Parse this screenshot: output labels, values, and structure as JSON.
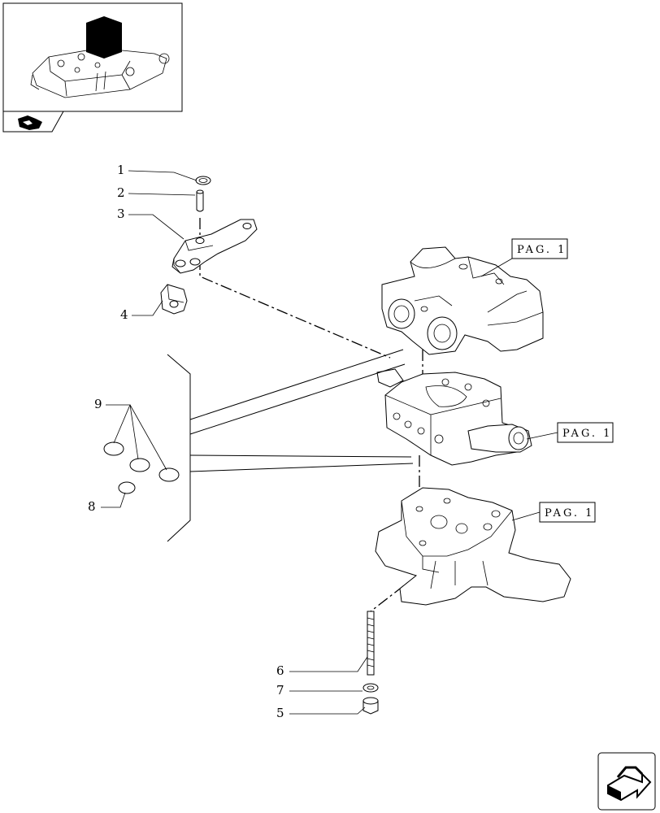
{
  "diagram": {
    "callouts": [
      {
        "id": "1",
        "label": "1"
      },
      {
        "id": "2",
        "label": "2"
      },
      {
        "id": "3",
        "label": "3"
      },
      {
        "id": "4",
        "label": "4"
      },
      {
        "id": "5",
        "label": "5"
      },
      {
        "id": "6",
        "label": "6"
      },
      {
        "id": "7",
        "label": "7"
      },
      {
        "id": "8",
        "label": "8"
      },
      {
        "id": "9",
        "label": "9"
      }
    ],
    "page_refs": [
      "PAG. 1",
      "PAG. 1",
      "PAG. 1"
    ]
  },
  "icons": {
    "thumbnail": "assembly-thumbnail",
    "nav_tab": "arrow-tab-icon",
    "next": "next-arrow-icon"
  }
}
